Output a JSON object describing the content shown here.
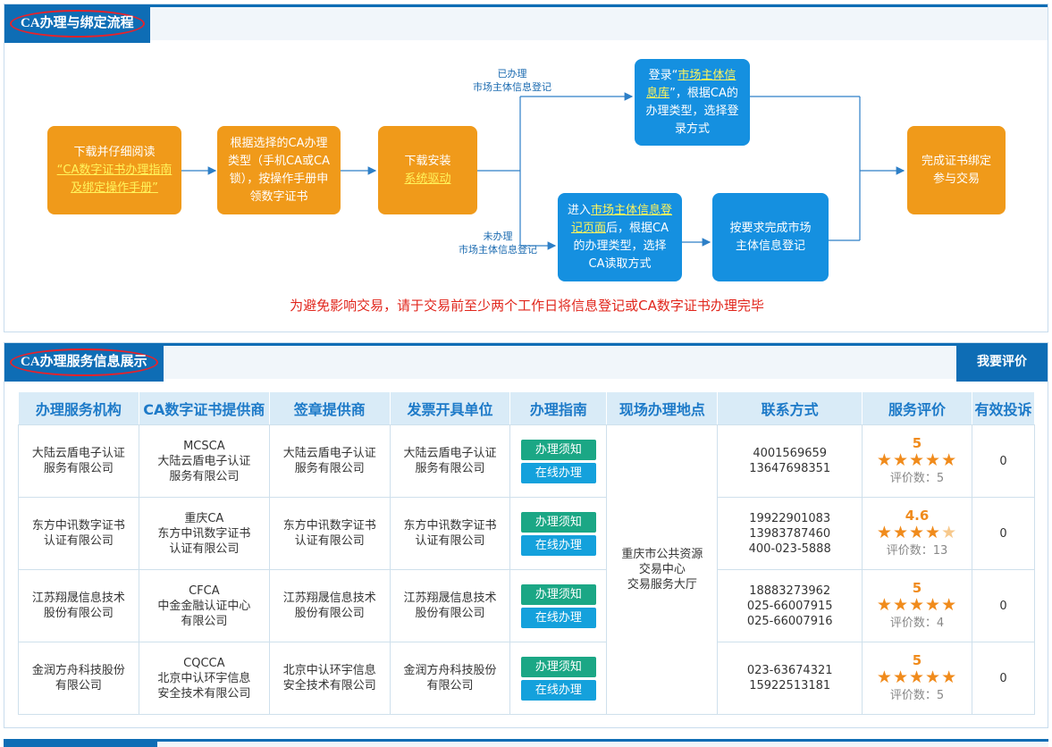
{
  "flow_section": {
    "title": "CA办理与绑定流程",
    "step1": {
      "prefix": "下载并仔细阅读",
      "link": "“CA数字证书办理指南及绑定操作手册”"
    },
    "step2": "根据选择的CA办理类型（手机CA或CA锁），按操作手册申领数字证书",
    "step3": {
      "prefix": "下载安装",
      "link": "系统驱动"
    },
    "branch_top_label": [
      "已办理",
      "市场主体信息登记"
    ],
    "branch_bottom_label": [
      "未办理",
      "市场主体信息登记"
    ],
    "top_box": {
      "p1": "登录“",
      "link": "市场主体信息库",
      "p2": "”，根据CA的办理类型，选择登录方式"
    },
    "bottom_box1": {
      "p1": "进入",
      "link": "市场主体信息登记页面",
      "p2": "后，根据CA的办理类型，选择CA读取方式"
    },
    "bottom_box2": "按要求完成市场主体信息登记",
    "final_box": "完成证书绑定参与交易",
    "warning": "为避免影响交易，请于交易前至少两个工作日将信息登记或CA数字证书办理完毕"
  },
  "service_section": {
    "title": "CA办理服务信息展示",
    "review_button": "我要评价",
    "headers": [
      "办理服务机构",
      "CA数字证书提供商",
      "签章提供商",
      "发票开具单位",
      "办理指南",
      "现场办理地点",
      "联系方式",
      "服务评价",
      "有效投诉"
    ],
    "guide_button": "办理须知",
    "online_button": "在线办理",
    "location": [
      "重庆市公共资源",
      "交易中心",
      "交易服务大厅"
    ],
    "rows": [
      {
        "org": [
          "大陆云盾电子认证",
          "服务有限公司"
        ],
        "ca": [
          "MCSCA",
          "大陆云盾电子认证",
          "服务有限公司"
        ],
        "seal": [
          "大陆云盾电子认证",
          "服务有限公司"
        ],
        "invoice": [
          "大陆云盾电子认证",
          "服务有限公司"
        ],
        "contact": [
          "4001569659",
          "13647698351"
        ],
        "score": "5",
        "rating": 5,
        "count": "评价数：5",
        "complaints": "0"
      },
      {
        "org": [
          "东方中讯数字证书",
          "认证有限公司"
        ],
        "ca": [
          "重庆CA",
          "东方中讯数字证书",
          "认证有限公司"
        ],
        "seal": [
          "东方中讯数字证书",
          "认证有限公司"
        ],
        "invoice": [
          "东方中讯数字证书",
          "认证有限公司"
        ],
        "contact": [
          "19922901083",
          "13983787460",
          "400-023-5888"
        ],
        "score": "4.6",
        "rating": 4.6,
        "count": "评价数：13",
        "complaints": "0"
      },
      {
        "org": [
          "江苏翔晟信息技术",
          "股份有限公司"
        ],
        "ca": [
          "CFCA",
          "中金金融认证中心",
          "有限公司"
        ],
        "seal": [
          "江苏翔晟信息技术",
          "股份有限公司"
        ],
        "invoice": [
          "江苏翔晟信息技术",
          "股份有限公司"
        ],
        "contact": [
          "18883273962",
          "025-66007915",
          "025-66007916"
        ],
        "score": "5",
        "rating": 5,
        "count": "评价数：4",
        "complaints": "0"
      },
      {
        "org": [
          "金润方舟科技股份",
          "有限公司"
        ],
        "ca": [
          "CQCCA",
          "北京中认环宇信息",
          "安全技术有限公司"
        ],
        "seal": [
          "北京中认环宇信息",
          "安全技术有限公司"
        ],
        "invoice": [
          "金润方舟科技股份",
          "有限公司"
        ],
        "contact": [
          "023-63674321",
          "15922513181"
        ],
        "score": "5",
        "rating": 5,
        "count": "评价数：5",
        "complaints": "0"
      }
    ]
  },
  "colors": {
    "primary": "#0e6db5",
    "orange": "#f09a1a",
    "flow_blue": "#1590e0",
    "warning": "#e1261c",
    "star": "#f08b1c"
  }
}
